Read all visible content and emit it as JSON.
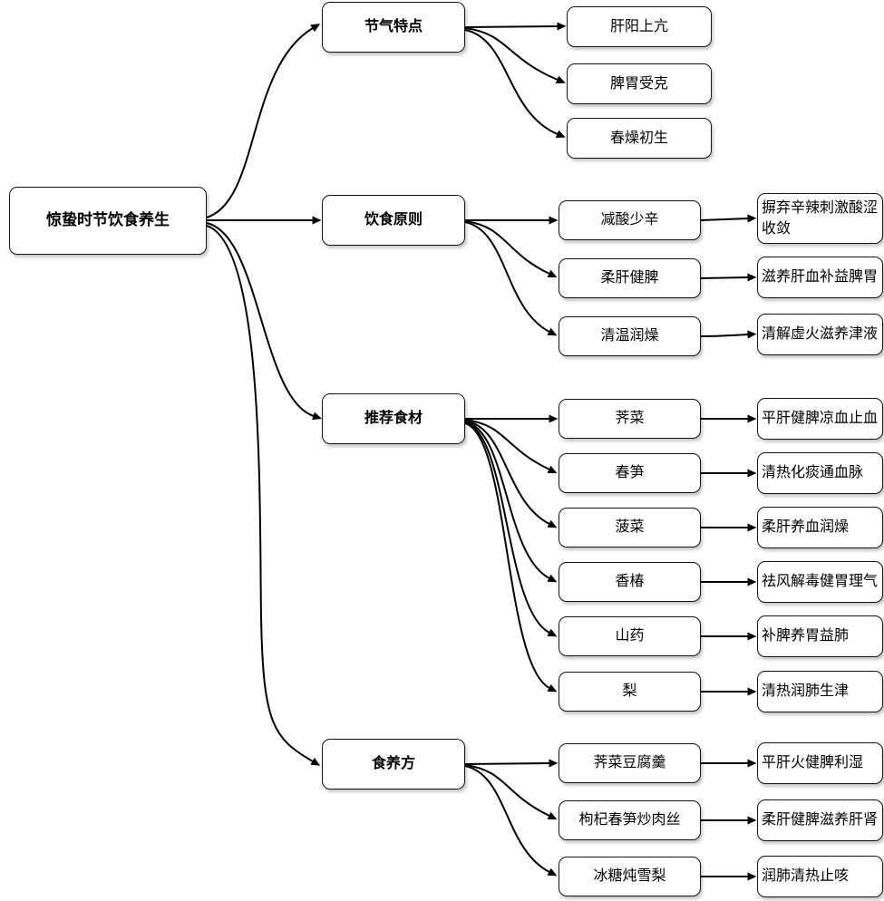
{
  "diagram": {
    "type": "mindmap-flowchart",
    "colors": {
      "node_fill": "#ffffff",
      "stroke": "#000000",
      "text": "#000000"
    },
    "root": {
      "label": "惊蛰时节饮食养生"
    },
    "branches": [
      {
        "label": "节气特点",
        "children": [
          {
            "label": "肝阳上亢"
          },
          {
            "label": "脾胃受克"
          },
          {
            "label": "春燥初生"
          }
        ]
      },
      {
        "label": "饮食原则",
        "children": [
          {
            "label": "减酸少辛",
            "detail": "摒弃辛辣刺激酸涩收敛"
          },
          {
            "label": "柔肝健脾",
            "detail": "滋养肝血补益脾胃"
          },
          {
            "label": "清温润燥",
            "detail": "清解虚火滋养津液"
          }
        ]
      },
      {
        "label": "推荐食材",
        "children": [
          {
            "label": "荠菜",
            "detail": "平肝健脾凉血止血"
          },
          {
            "label": "春笋",
            "detail": "清热化痰通血脉"
          },
          {
            "label": "菠菜",
            "detail": "柔肝养血润燥"
          },
          {
            "label": "香椿",
            "detail": "祛风解毒健胃理气"
          },
          {
            "label": "山药",
            "detail": "补脾养胃益肺"
          },
          {
            "label": "梨",
            "detail": "清热润肺生津"
          }
        ]
      },
      {
        "label": "食养方",
        "children": [
          {
            "label": "荠菜豆腐羹",
            "detail": "平肝火健脾利湿"
          },
          {
            "label": "枸杞春笋炒肉丝",
            "detail": "柔肝健脾滋养肝肾"
          },
          {
            "label": "冰糖炖雪梨",
            "detail": "润肺清热止咳"
          }
        ]
      }
    ]
  }
}
